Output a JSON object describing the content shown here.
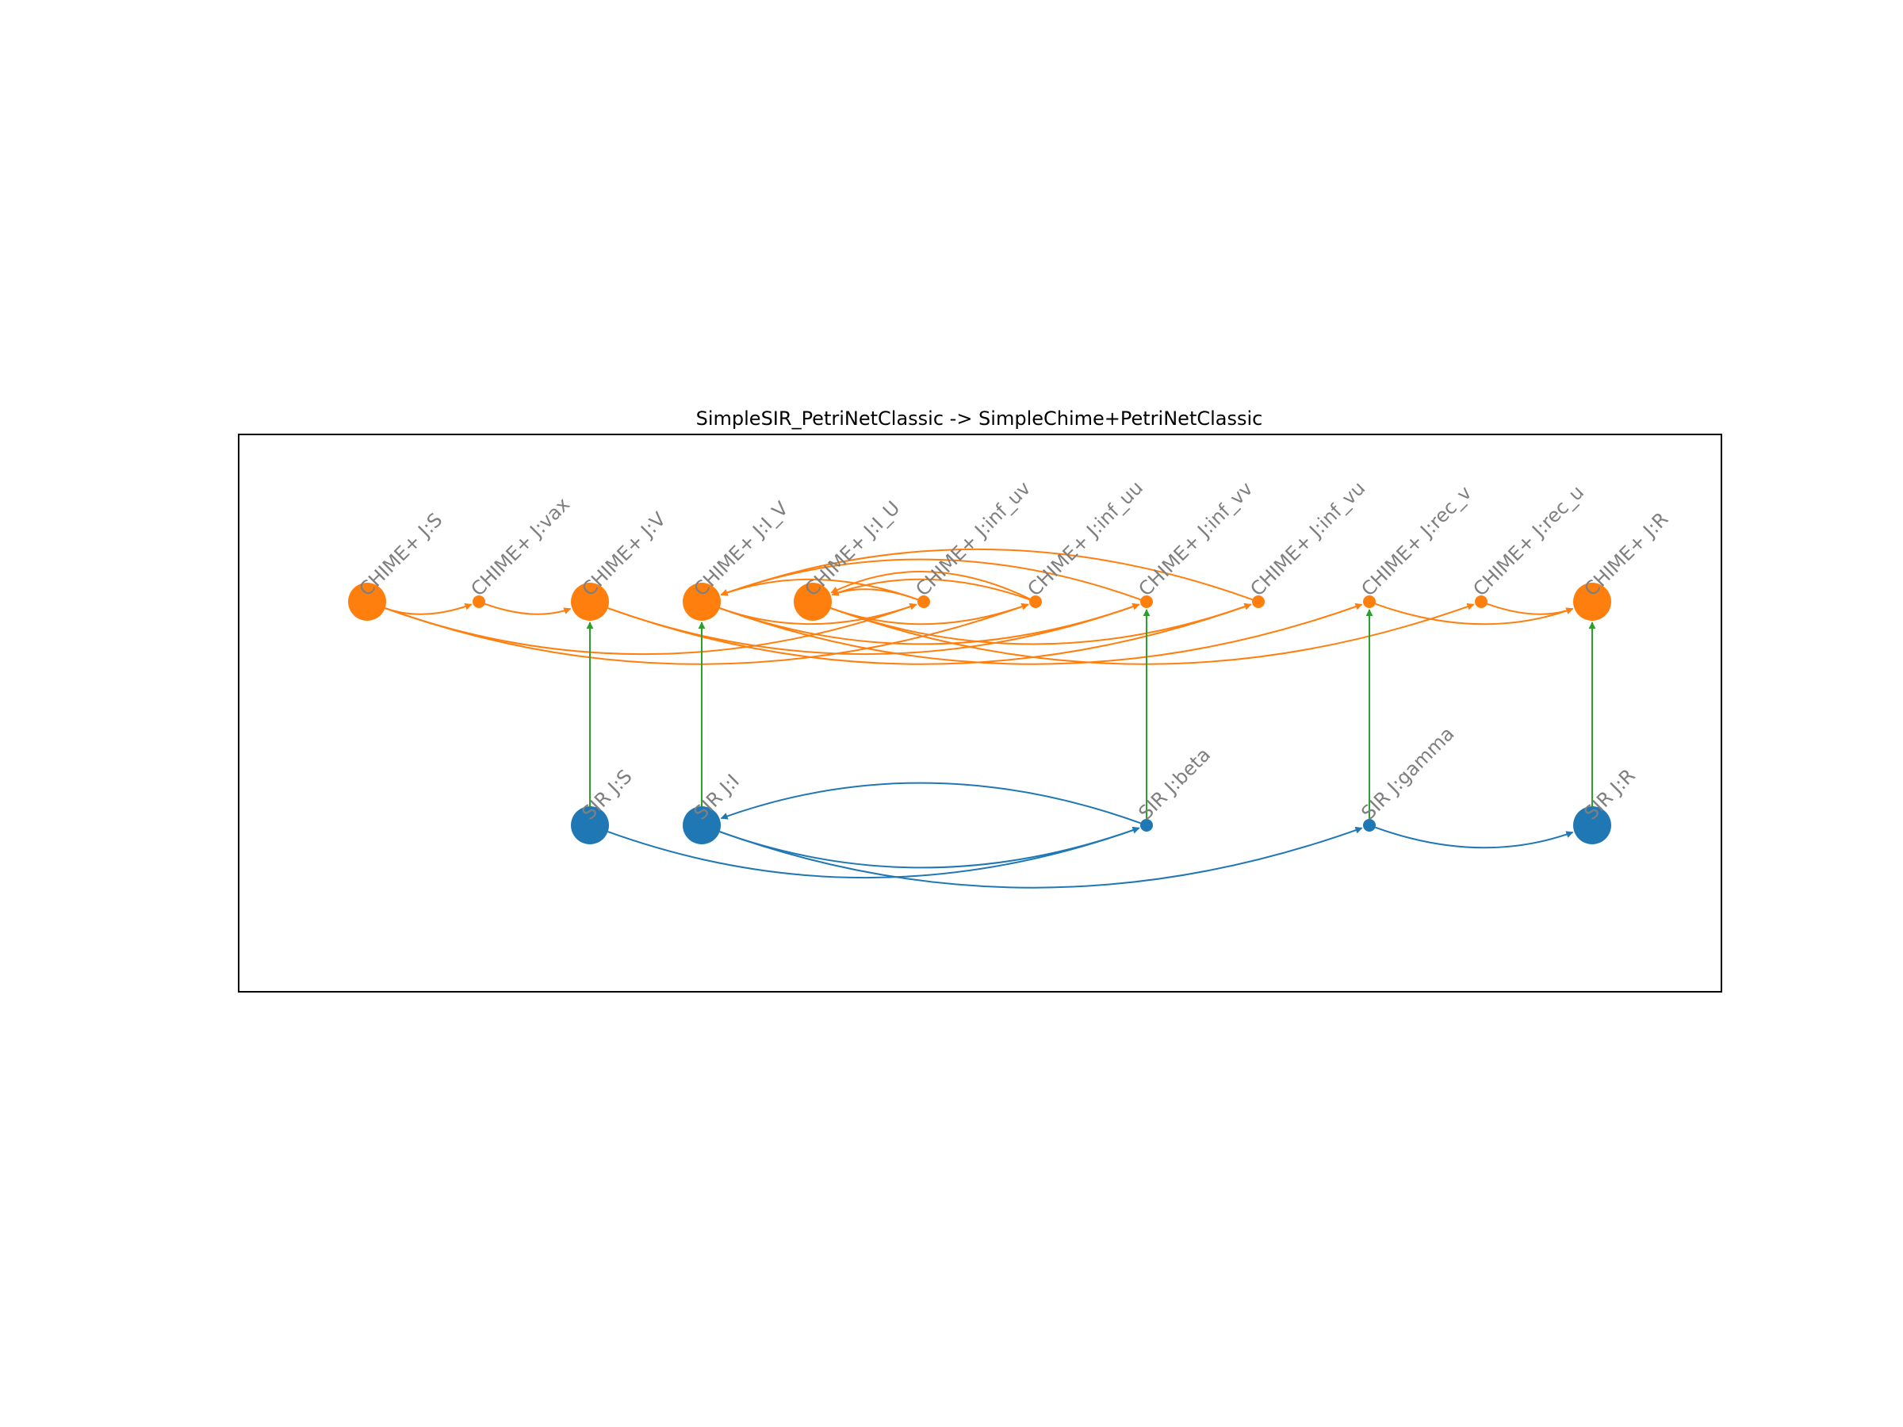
{
  "title": "SimpleSIR_PetriNetClassic -> SimpleChime+PetriNetClassic",
  "colors": {
    "target_model": "#ff7f0e",
    "source_model": "#1f77b4",
    "mapping": "#2ca02c"
  },
  "nodes": [
    {
      "id": "c_S",
      "label": "CHIME+ J:S",
      "kind": "state",
      "model": "target"
    },
    {
      "id": "c_vax",
      "label": "CHIME+ J:vax",
      "kind": "transition",
      "model": "target"
    },
    {
      "id": "c_V",
      "label": "CHIME+ J:V",
      "kind": "state",
      "model": "target"
    },
    {
      "id": "c_IV",
      "label": "CHIME+ J:I_V",
      "kind": "state",
      "model": "target"
    },
    {
      "id": "c_IU",
      "label": "CHIME+ J:I_U",
      "kind": "state",
      "model": "target"
    },
    {
      "id": "c_infuv",
      "label": "CHIME+ J:inf_uv",
      "kind": "transition",
      "model": "target"
    },
    {
      "id": "c_infuu",
      "label": "CHIME+ J:inf_uu",
      "kind": "transition",
      "model": "target"
    },
    {
      "id": "c_infvv",
      "label": "CHIME+ J:inf_vv",
      "kind": "transition",
      "model": "target"
    },
    {
      "id": "c_infvu",
      "label": "CHIME+ J:inf_vu",
      "kind": "transition",
      "model": "target"
    },
    {
      "id": "c_recv",
      "label": "CHIME+ J:rec_v",
      "kind": "transition",
      "model": "target"
    },
    {
      "id": "c_recu",
      "label": "CHIME+ J:rec_u",
      "kind": "transition",
      "model": "target"
    },
    {
      "id": "c_R",
      "label": "CHIME+ J:R",
      "kind": "state",
      "model": "target"
    },
    {
      "id": "s_S",
      "label": "SIR J:S",
      "kind": "state",
      "model": "source"
    },
    {
      "id": "s_I",
      "label": "SIR J:I",
      "kind": "state",
      "model": "source"
    },
    {
      "id": "s_beta",
      "label": "SIR J:beta",
      "kind": "transition",
      "model": "source"
    },
    {
      "id": "s_gamma",
      "label": "SIR J:gamma",
      "kind": "transition",
      "model": "source"
    },
    {
      "id": "s_R",
      "label": "SIR J:R",
      "kind": "state",
      "model": "source"
    }
  ],
  "edges": [
    {
      "from": "c_S",
      "to": "c_vax",
      "model": "target"
    },
    {
      "from": "c_vax",
      "to": "c_V",
      "model": "target"
    },
    {
      "from": "c_S",
      "to": "c_infuv",
      "model": "target"
    },
    {
      "from": "c_S",
      "to": "c_infuu",
      "model": "target"
    },
    {
      "from": "c_IV",
      "to": "c_infuv",
      "model": "target"
    },
    {
      "from": "c_IU",
      "to": "c_infuu",
      "model": "target"
    },
    {
      "from": "c_infuv",
      "to": "c_IU",
      "model": "target"
    },
    {
      "from": "c_infuu",
      "to": "c_IU",
      "model": "target"
    },
    {
      "from": "c_infuu",
      "to": "c_IU",
      "model": "target"
    },
    {
      "from": "c_V",
      "to": "c_infvv",
      "model": "target"
    },
    {
      "from": "c_V",
      "to": "c_infvu",
      "model": "target"
    },
    {
      "from": "c_IV",
      "to": "c_infvv",
      "model": "target"
    },
    {
      "from": "c_IU",
      "to": "c_infvu",
      "model": "target"
    },
    {
      "from": "c_infvv",
      "to": "c_IV",
      "model": "target"
    },
    {
      "from": "c_infvu",
      "to": "c_IV",
      "model": "target"
    },
    {
      "from": "c_infuv",
      "to": "c_IV",
      "model": "target"
    },
    {
      "from": "c_IV",
      "to": "c_recv",
      "model": "target"
    },
    {
      "from": "c_IU",
      "to": "c_recu",
      "model": "target"
    },
    {
      "from": "c_recv",
      "to": "c_R",
      "model": "target"
    },
    {
      "from": "c_recu",
      "to": "c_R",
      "model": "target"
    },
    {
      "from": "s_S",
      "to": "s_beta",
      "model": "source"
    },
    {
      "from": "s_I",
      "to": "s_beta",
      "model": "source"
    },
    {
      "from": "s_beta",
      "to": "s_I",
      "model": "source"
    },
    {
      "from": "s_I",
      "to": "s_gamma",
      "model": "source"
    },
    {
      "from": "s_gamma",
      "to": "s_R",
      "model": "source"
    },
    {
      "from": "s_S",
      "to": "c_V",
      "model": "mapping"
    },
    {
      "from": "s_I",
      "to": "c_IV",
      "model": "mapping"
    },
    {
      "from": "s_beta",
      "to": "c_infvv",
      "model": "mapping"
    },
    {
      "from": "s_gamma",
      "to": "c_recv",
      "model": "mapping"
    },
    {
      "from": "s_R",
      "to": "c_R",
      "model": "mapping"
    }
  ]
}
